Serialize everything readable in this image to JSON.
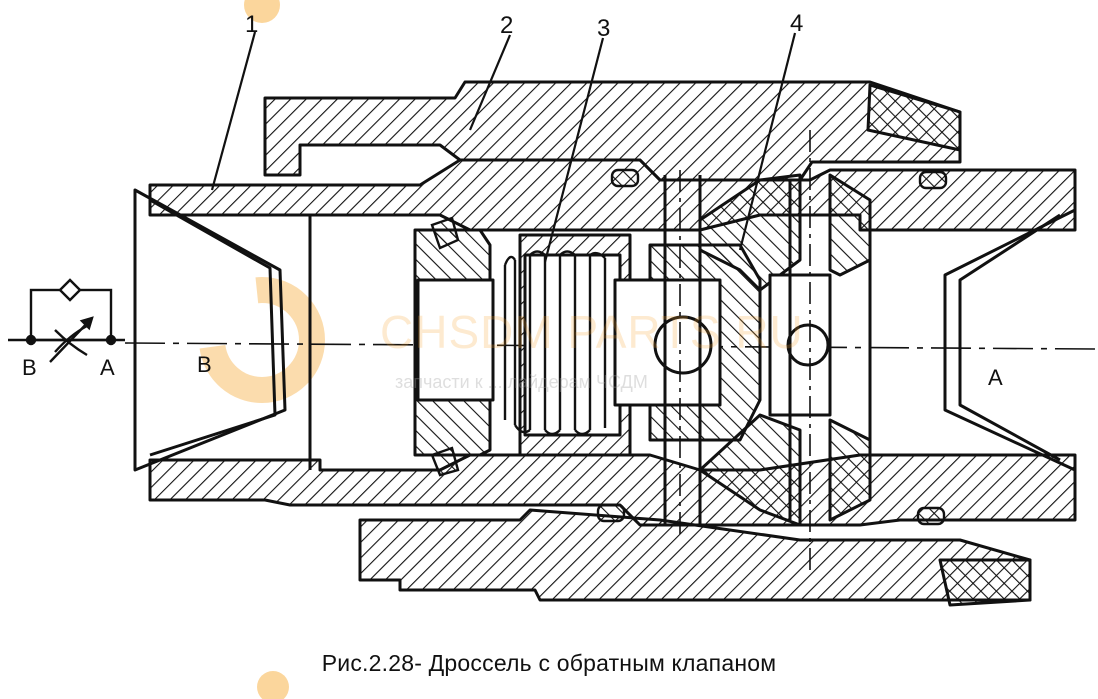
{
  "figure": {
    "caption": "Рис.2.28- Дроссель с обратным клапаном",
    "callouts": [
      "1",
      "2",
      "3",
      "4"
    ],
    "port_labels": {
      "left": "B",
      "right": "A"
    },
    "symbol_labels": {
      "left": "B",
      "right": "A"
    }
  },
  "watermark": {
    "brand": "CHSDM PARTS RU",
    "tagline": "запчасти к ... лайдерам ЧСДМ"
  },
  "colors": {
    "ink": "#111111",
    "hatch": "#111111",
    "accent": "#f5a028",
    "background": "#ffffff"
  }
}
